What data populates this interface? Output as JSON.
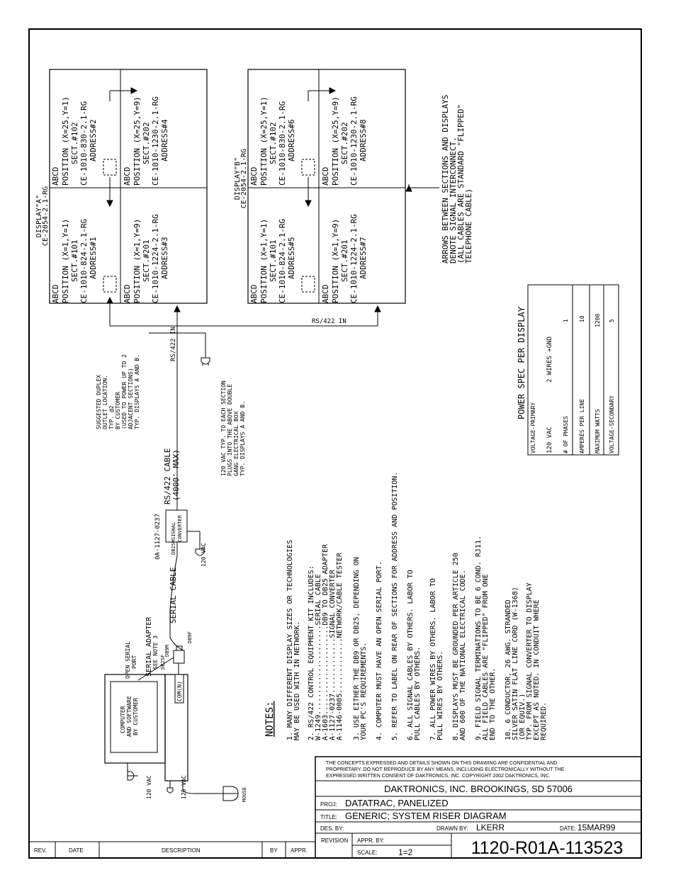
{
  "display_a": {
    "title": "DISPLAY\"A\"",
    "model": "CE-2054-2.1-RG",
    "sections": [
      {
        "abcd": "ABCD",
        "pos": "POSITION (X=1,Y=1)",
        "sect": "SECT.#101",
        "part": "CE-1010-824-2.1-RG",
        "addr": "ADDRESS#1"
      },
      {
        "abcd": "ABCD",
        "pos": "POSITION (X=25,Y=1)",
        "sect": "SECT.#102",
        "part": "CE-1010-830-2.1-RG",
        "addr": "ADDRESS#2"
      },
      {
        "abcd": "ABCD",
        "pos": "POSITION (X=1,Y=9)",
        "sect": "SECT.#201",
        "part": "CE-1010-1224-2.1-RG",
        "addr": "ADDRESS#3"
      },
      {
        "abcd": "ABCD",
        "pos": "POSITION (X=25,Y=9)",
        "sect": "SECT.#202",
        "part": "CE-1010-1230-2.1-RG",
        "addr": "ADDRESS#4"
      }
    ]
  },
  "display_b": {
    "title": "DISPLAY\"B\"",
    "model": "CE-2054-2.1-RG",
    "sections": [
      {
        "abcd": "ABCD",
        "pos": "POSITION (X=1,Y=1)",
        "sect": "SECT.#101",
        "part": "CE-1010-824-2.1-RG",
        "addr": "ADDRESS#5"
      },
      {
        "abcd": "ABCD",
        "pos": "POSITION (X=25,Y=1)",
        "sect": "SECT.#102",
        "part": "CE-1010-830-2.1-RG",
        "addr": "ADDRESS#6"
      },
      {
        "abcd": "ABCD",
        "pos": "POSITION (X=1,Y=9)",
        "sect": "SECT.#201",
        "part": "CE-1010-1224-2.1-RG",
        "addr": "ADDRESS#7"
      },
      {
        "abcd": "ABCD",
        "pos": "POSITION (X=25,Y=9)",
        "sect": "SECT.#202",
        "part": "CE-1010-1230-2.1-RG",
        "addr": "ADDRESS#8"
      }
    ]
  },
  "arrows_note": [
    "ARROWS BETWEEN SECTIONS AND DISPLAYS",
    "DENOTE SIGNAL INTERCONNECT.",
    "(ALL CABLES ARE STANDARD \"FLIPPED\"",
    "TELEPHONE CABLE)"
  ],
  "rs422_in_b": "RS/422 IN",
  "rs422_in_a": "RS/422 IN",
  "duplex_note": [
    "SUGGESTED DUPLEX",
    "OUTLET LOCATION.",
    "TYP. @2",
    "BY CUSTOMER",
    "(USED TO POWER UP TO 2",
    "ADJACENT SECTIONS)",
    "TYP. DISPLAYS A AND B."
  ],
  "vac_note": [
    "120 VAC TYP. TO EACH SECTION",
    "PLUGS INTO THE ABOVE DOUBLE",
    "GANG ELECTRICAL BOX",
    "TYP. DISPLAYS A AND B."
  ],
  "rs422_cable": [
    "RS/422 CABLE",
    "(4000' MAX)"
  ],
  "converter_part": "0A-1127-0237",
  "converter_label": [
    "SIGNAL",
    "CONVERTER"
  ],
  "db25m": "DB25M",
  "vac_conv": "120 VAC",
  "serial_cable": "SERIAL CABLE",
  "adapter": [
    "SERIAL ADAPTER",
    "SEE NOTE 3"
  ],
  "db9m": "DB9M",
  "db25f": "DB25F",
  "db9f": "DB9F",
  "open_serial": [
    "OPEN SERIAL",
    "PORT"
  ],
  "computer_label": [
    "COMPUTER",
    "AND SOFTWARE",
    "BY CUSTOMER"
  ],
  "com_port": "COM(N)",
  "vac_left": "120 VAC",
  "vac_right": "120 VAC",
  "mouse": "MOUSE",
  "notes_title": "NOTES:",
  "notes": [
    "1.  MANY DIFFERENT DISPLAY SIZES OR TECHNOLOGIES",
    "     MAY BE USED WITH IN NETWORK.",
    "2.  RS/422 CONTROL EQUIPMENT KIT INCLUDES:",
    "       W-1249.....................SERIAL CABLE",
    "       A-1603.....................DB9 TO DB25 ADAPTER",
    "       A-1127-0237.............SIGNAL CONVERTER",
    "       A-1146-0005.............NETWORK/CABLE TESTER",
    "3.  USE EITHER THE DB9 OR DB25, DEPENDING ON",
    "     YOUR PC'S REQUIREMENTS.",
    "4.  COMPUTER MUST HAVE AN OPEN SERIAL PORT.",
    "5.  REFER TO LABEL ON REAR OF SECTIONS FOR ADDRESS AND POSITION.",
    "6.  ALL SIGNAL CABLES BY OTHERS. LABOR TO",
    "     PULL CABLES BY OTHERS.",
    "7.  ALL POWER WIRES BY OTHERS. LABOR TO",
    "     PULL WIRES BY OTHERS.",
    "8.  DISPLAYS MUST BE GROUNDED PER ARTICLE 250",
    "     AND 600 OF THE NATIONAL ELECTRICAL CODE.",
    "9.  FIELD SIGNAL TERMINATIONS TO BE 6 COND. RJ11.",
    "     ALL FIELD CABLES ARE \"FLIPPED\" FROM ONE",
    "     END TO THE OTHER.",
    "10. 6 CONDUCTOR, 26 AWG. STRANDED",
    "     SILVER SATIN FLAT LINE CORD (W-1368)",
    "     (OR EQUIV.)",
    "     TYP. FROM SIGNAL CONVERTER TO DISPLAY",
    "     EXCEPT AS NOTED. IN CONDUIT WHERE",
    "     REQUIRED."
  ],
  "power_spec": {
    "title": "POWER SPEC PER DISPLAY",
    "rows": [
      {
        "label": "VOLTAGE-PRIMARY",
        "sub": "120 VAC",
        "wires": "2 WIRES +GND"
      },
      {
        "label": "# OF PHASES",
        "value": "1"
      },
      {
        "label": "AMPERES PER LINE",
        "value": "10"
      },
      {
        "label": "MAXIMUM WATTS",
        "value": "1200"
      },
      {
        "label": "VOLTAGE-SECONDARY",
        "value": "5"
      }
    ]
  },
  "title_block": {
    "confidential": [
      "THE CONCEPTS EXPRESSED AND DETAILS SHOWN ON THIS DRAWING ARE CONFIDENTIAL AND",
      "PROPRIETARY. DO NOT REPRODUCE BY ANY MEANS, INCLUDING ELECTRONICALLY WITHOUT THE",
      "EXPRESSED WRITTEN CONSENT OF DAKTRONICS, INC.                COPYRIGHT 2002 DAKTRONICS, INC."
    ],
    "company": "DAKTRONICS, INC.   BROOKINGS, SD 57006",
    "proj_label": "PROJ:",
    "proj": "DATATRAC, PANELIZED",
    "title_label": "TITLE:",
    "title": "GENERIC; SYSTEM RISER DIAGRAM",
    "des_label": "DES. BY:",
    "drawn_label": "DRAWN BY:",
    "drawn": "LKERR",
    "date_label": "DATE:",
    "date": "15MAR99",
    "revision_label": "REVISION",
    "appr_label": "APPR. BY:",
    "scale_label": "SCALE:",
    "scale": "1=2",
    "dwg_no": "1120-R01A-113523"
  },
  "revision_block": {
    "rev": "REV.",
    "date": "DATE",
    "description": "DESCRIPTION",
    "by": "BY",
    "appr": "APPR."
  }
}
